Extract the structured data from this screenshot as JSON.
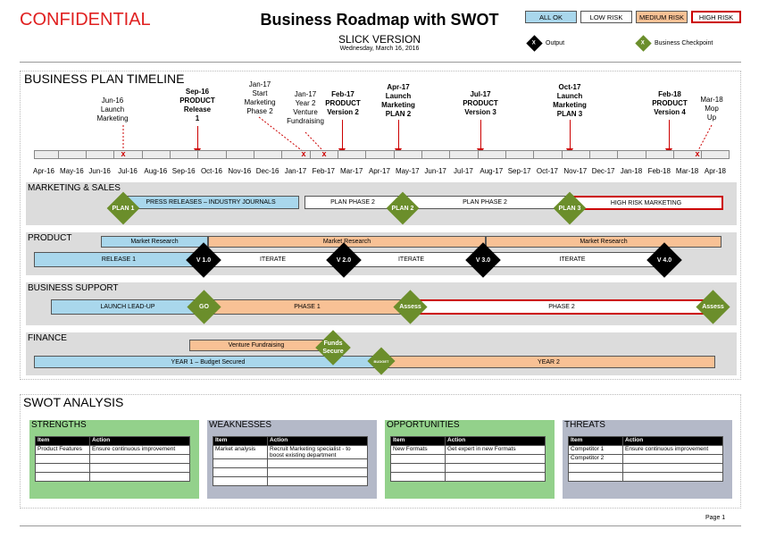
{
  "header": {
    "confidential": "CONFIDENTIAL",
    "title": "Business Roadmap with SWOT",
    "subtitle": "SLICK VERSION",
    "date": "Wednesday, March 16, 2016"
  },
  "legend": {
    "risk": [
      {
        "label": "ALL OK",
        "color": "#a9d7ec"
      },
      {
        "label": "LOW RISK",
        "color": "#ffffff"
      },
      {
        "label": "MEDIUM RISK",
        "color": "#f8c195"
      },
      {
        "label": "HIGH RISK",
        "color": "#ffffff",
        "border": "#c00000"
      }
    ],
    "output_mark": "X",
    "output_label": "Output",
    "checkpoint_mark": "X",
    "checkpoint_label": "Business Checkpoint"
  },
  "timeline": {
    "title": "BUSINESS PLAN TIMELINE",
    "months": [
      "Apr-16",
      "May-16",
      "Jun-16",
      "Jul-16",
      "Aug-16",
      "Sep-16",
      "Oct-16",
      "Nov-16",
      "Dec-16",
      "Jan-17",
      "Feb-17",
      "Mar-17",
      "Apr-17",
      "May-17",
      "Jun-17",
      "Jul-17",
      "Aug-17",
      "Sep-17",
      "Oct-17",
      "Nov-17",
      "Dec-17",
      "Jan-18",
      "Feb-18",
      "Mar-18",
      "Apr-18"
    ],
    "milestones": [
      {
        "l1": "Jun-16",
        "l2": "Launch",
        "l3": "Marketing",
        "l4": ""
      },
      {
        "l1": "Sep-16",
        "l2": "PRODUCT",
        "l3": "Release",
        "l4": "1"
      },
      {
        "l1": "Jan-17",
        "l2": "Start",
        "l3": "Marketing",
        "l4": "Phase 2"
      },
      {
        "l1": "Jan-17",
        "l2": "Year 2",
        "l3": "Venture",
        "l4": "Fundraising"
      },
      {
        "l1": "Feb-17",
        "l2": "PRODUCT",
        "l3": "Version 2",
        "l4": ""
      },
      {
        "l1": "Apr-17",
        "l2": "Launch",
        "l3": "Marketing",
        "l4": "PLAN 2"
      },
      {
        "l1": "Jul-17",
        "l2": "PRODUCT",
        "l3": "Version 3",
        "l4": ""
      },
      {
        "l1": "Oct-17",
        "l2": "Launch",
        "l3": "Marketing",
        "l4": "PLAN 3"
      },
      {
        "l1": "Feb-18",
        "l2": "PRODUCT",
        "l3": "Version 4",
        "l4": ""
      },
      {
        "l1": "Mar-18",
        "l2": "Mop",
        "l3": "Up",
        "l4": ""
      }
    ],
    "mark_x": "x"
  },
  "lanes": {
    "marketing": {
      "label": "MARKETING & SALES",
      "bars": [
        "PRESS RELEASES – INDUSTRY JOURNALS",
        "PLAN PHASE 2",
        "PLAN PHASE 2",
        "HIGH RISK MARKETING"
      ],
      "diamonds": [
        "PLAN 1",
        "PLAN 2",
        "PLAN 3"
      ]
    },
    "product": {
      "label": "PRODUCT",
      "bars": [
        "Market Research",
        "Market Research",
        "Market Research",
        "RELEASE 1",
        "ITERATE",
        "ITERATE",
        "ITERATE"
      ],
      "diamonds": [
        "V 1.0",
        "V 2.0",
        "V 3.0",
        "V 4.0"
      ]
    },
    "support": {
      "label": "BUSINESS SUPPORT",
      "bars": [
        "LAUNCH LEAD-UP",
        "PHASE 1",
        "PHASE 2"
      ],
      "diamonds": [
        "GO",
        "Assess",
        "Assess"
      ]
    },
    "finance": {
      "label": "FINANCE",
      "bars": [
        "Venture Fundraising",
        "YEAR 1 – Budget Secured",
        "YEAR 2"
      ],
      "diamonds": [
        "Funds Secure",
        "BUDGET"
      ]
    }
  },
  "swot": {
    "title": "SWOT ANALYSIS",
    "col_item": "Item",
    "col_action": "Action",
    "quadrants": [
      {
        "title": "STRENGTHS",
        "color": "#93d18b",
        "rows": [
          [
            "Product Features",
            "Ensure continuous improvement"
          ],
          [
            "",
            ""
          ],
          [
            "",
            ""
          ],
          [
            "",
            ""
          ]
        ]
      },
      {
        "title": "WEAKNESSES",
        "color": "#b4b9c8",
        "rows": [
          [
            "Market analysis",
            "Recruit Marketing specialist - to boost existing department"
          ],
          [
            "",
            ""
          ],
          [
            "",
            ""
          ],
          [
            "",
            ""
          ]
        ]
      },
      {
        "title": "OPPORTUNITIES",
        "color": "#93d18b",
        "rows": [
          [
            "New Formats",
            "Get expert in new Formats"
          ],
          [
            "",
            ""
          ],
          [
            "",
            ""
          ],
          [
            "",
            ""
          ]
        ]
      },
      {
        "title": "THREATS",
        "color": "#b4b9c8",
        "rows": [
          [
            "Competitor 1",
            "Ensure continuous improvement"
          ],
          [
            "Competitor 2",
            ""
          ],
          [
            "",
            ""
          ],
          [
            "",
            ""
          ]
        ]
      }
    ]
  },
  "footer": {
    "page": "Page 1"
  }
}
